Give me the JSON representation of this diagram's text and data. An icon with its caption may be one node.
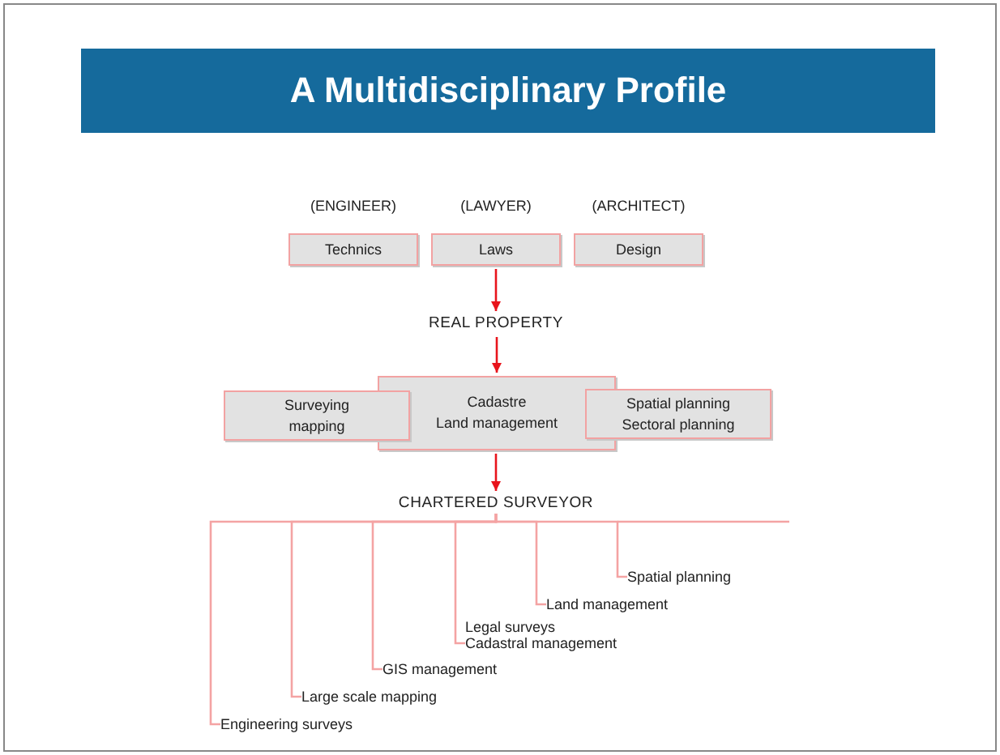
{
  "diagram": {
    "title": "A Multidisciplinary Profile",
    "nodes": [
      {
        "text": [
          "(ENGINEER)",
          "Technics"
        ]
      },
      {
        "text": [
          "(LAWYER)",
          "Laws"
        ]
      },
      {
        "text": [
          "(ARCHITECT)",
          "Design"
        ]
      },
      {
        "text": [
          "REAL PROPERTY"
        ]
      },
      {
        "text": [
          "Surveying mapping"
        ]
      },
      {
        "text": [
          "Cadastre",
          "Land management"
        ]
      },
      {
        "text": [
          "Spatial planning",
          "Sectoral planning"
        ]
      },
      {
        "text": [
          "CHARTERED SURVEYOR"
        ]
      },
      {
        "text": [
          "Engineering surveys"
        ]
      },
      {
        "text": [
          "Large scale mapping"
        ]
      },
      {
        "text": [
          "GIS management"
        ]
      },
      {
        "text": [
          "Legal surveys",
          "Cadastral management"
        ]
      },
      {
        "text": [
          "Land management"
        ]
      },
      {
        "text": [
          "Spatial planning"
        ]
      }
    ],
    "edges": [
      {
        "from": 1,
        "to": 3,
        "arrow": "to",
        "color": "#e8141c"
      },
      {
        "from": 3,
        "to": 5,
        "arrow": "to",
        "color": "#e8141c"
      },
      {
        "from": 5,
        "to": 7,
        "arrow": "to",
        "color": "#e8141c"
      },
      {
        "from": 7,
        "to": 8,
        "arrow": "none"
      },
      {
        "from": 7,
        "to": 9,
        "arrow": "none"
      },
      {
        "from": 7,
        "to": 10,
        "arrow": "none"
      },
      {
        "from": 7,
        "to": 11,
        "arrow": "none"
      },
      {
        "from": 7,
        "to": 12,
        "arrow": "none"
      },
      {
        "from": 7,
        "to": 13,
        "arrow": "none"
      }
    ]
  }
}
